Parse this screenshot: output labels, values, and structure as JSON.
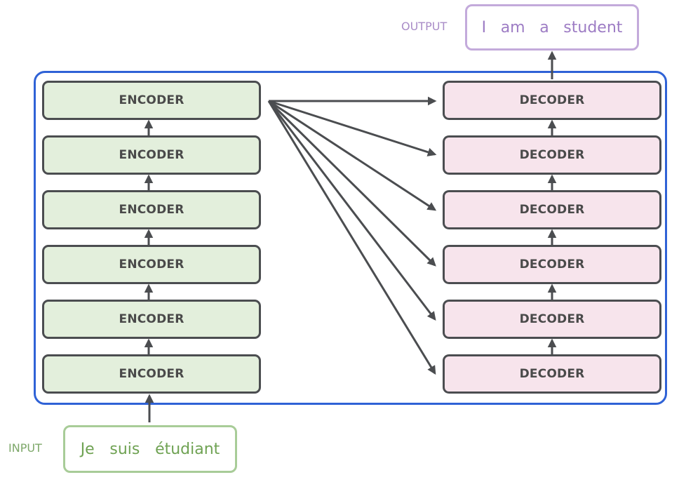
{
  "encoders": [
    "ENCODER",
    "ENCODER",
    "ENCODER",
    "ENCODER",
    "ENCODER",
    "ENCODER"
  ],
  "decoders": [
    "DECODER",
    "DECODER",
    "DECODER",
    "DECODER",
    "DECODER",
    "DECODER"
  ],
  "input": {
    "label": "INPUT",
    "tokens": [
      "Je",
      "suis",
      "étudiant"
    ]
  },
  "output": {
    "label": "OUTPUT",
    "tokens": [
      "I",
      "am",
      "a",
      "student"
    ]
  },
  "colors": {
    "frame": "#2f62d6",
    "encoder_fill": "#e3efdc",
    "decoder_fill": "#f7e4ec",
    "block_border": "#4b4d50",
    "arrow": "#4b4d50",
    "input_text": "#6fa253",
    "output_text": "#9d7cc4"
  }
}
